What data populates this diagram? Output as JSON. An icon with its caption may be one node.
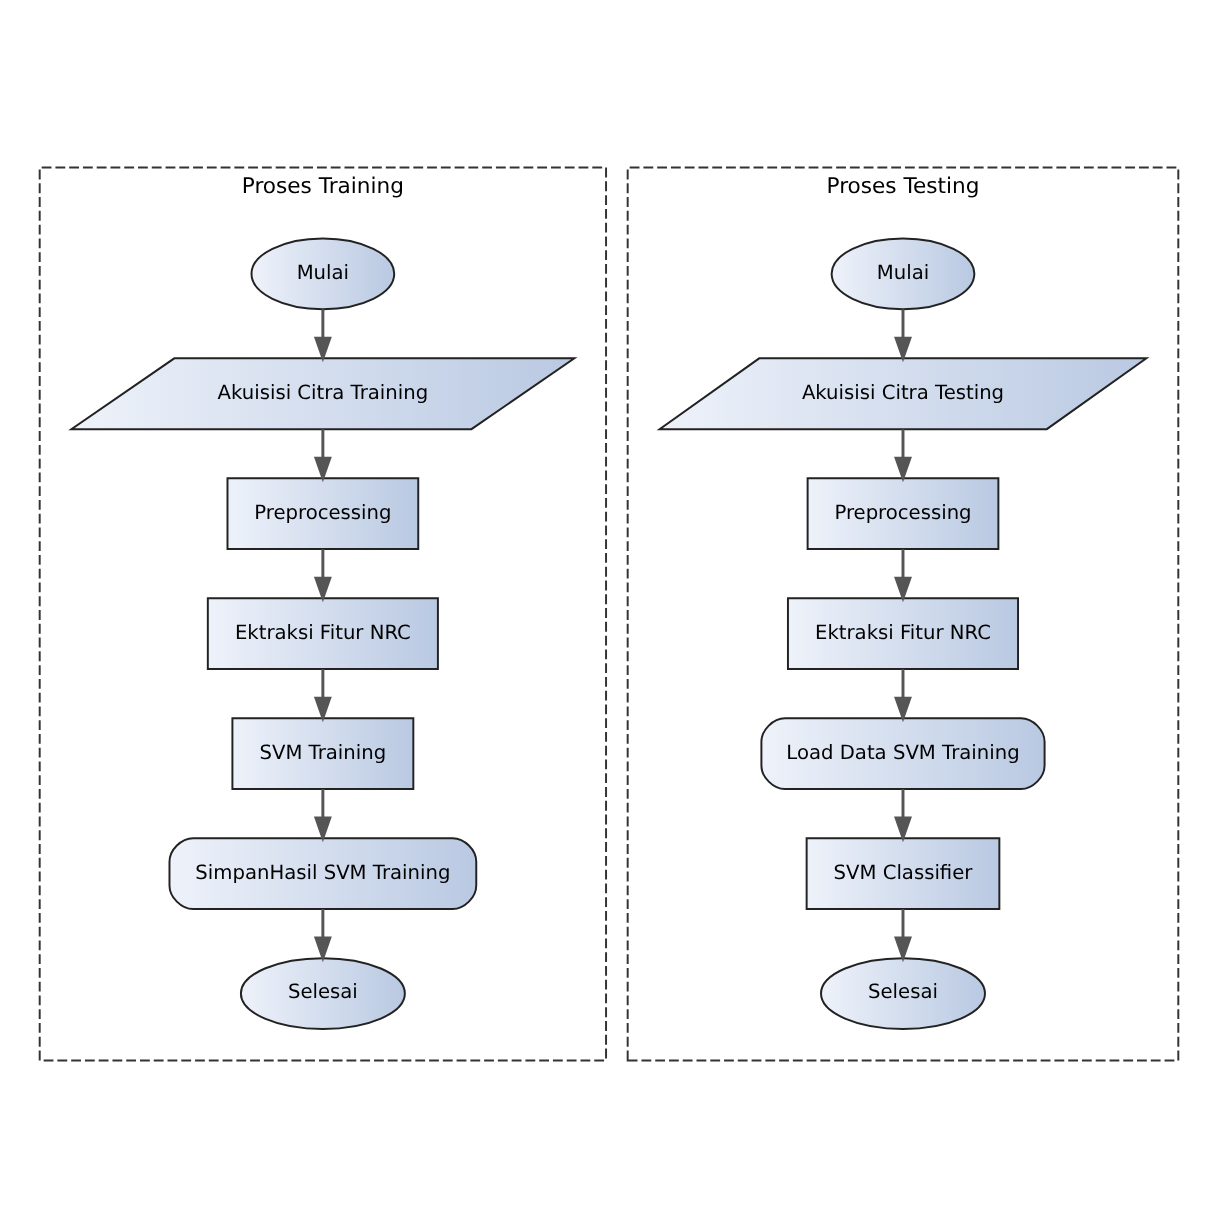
{
  "diagram": {
    "nodes": [
      {
        "text": [
          "Proses Training"
        ]
      },
      {
        "text": [
          "Mulai"
        ],
        "in": 0
      },
      {
        "text": [
          "Akuisisi Citra Training"
        ],
        "in": 0
      },
      {
        "text": [
          "Preprocessing"
        ],
        "in": 0
      },
      {
        "text": [
          "Ektraksi Fitur NRC"
        ],
        "in": 0
      },
      {
        "text": [
          "SVM Training"
        ],
        "in": 0
      },
      {
        "text": [
          "SimpanHasil SVM Training"
        ],
        "in": 0
      },
      {
        "text": [
          "Selesai"
        ],
        "in": 0
      },
      {
        "text": [
          "Proses Testing"
        ]
      },
      {
        "text": [
          "Mulai"
        ],
        "in": 8
      },
      {
        "text": [
          "Akuisisi Citra Testing"
        ],
        "in": 8
      },
      {
        "text": [
          "Preprocessing"
        ],
        "in": 8
      },
      {
        "text": [
          "Ektraksi Fitur NRC"
        ],
        "in": 8
      },
      {
        "text": [
          "Load Data SVM Training"
        ],
        "in": 8
      },
      {
        "text": [
          "SVM Classifier"
        ],
        "in": 8
      },
      {
        "text": [
          "Selesai"
        ],
        "in": 8
      }
    ],
    "edges": [
      {
        "from": 1,
        "to": 2,
        "arrow": "to"
      },
      {
        "from": 2,
        "to": 3,
        "arrow": "to"
      },
      {
        "from": 3,
        "to": 4,
        "arrow": "to"
      },
      {
        "from": 4,
        "to": 5,
        "arrow": "to"
      },
      {
        "from": 5,
        "to": 6,
        "arrow": "to"
      },
      {
        "from": 6,
        "to": 7,
        "arrow": "to"
      },
      {
        "from": 9,
        "to": 10,
        "arrow": "to"
      },
      {
        "from": 10,
        "to": 11,
        "arrow": "to"
      },
      {
        "from": 11,
        "to": 12,
        "arrow": "to"
      },
      {
        "from": 12,
        "to": 13,
        "arrow": "to"
      },
      {
        "from": 13,
        "to": 14,
        "arrow": "to"
      },
      {
        "from": 14,
        "to": 15,
        "arrow": "to"
      }
    ]
  }
}
